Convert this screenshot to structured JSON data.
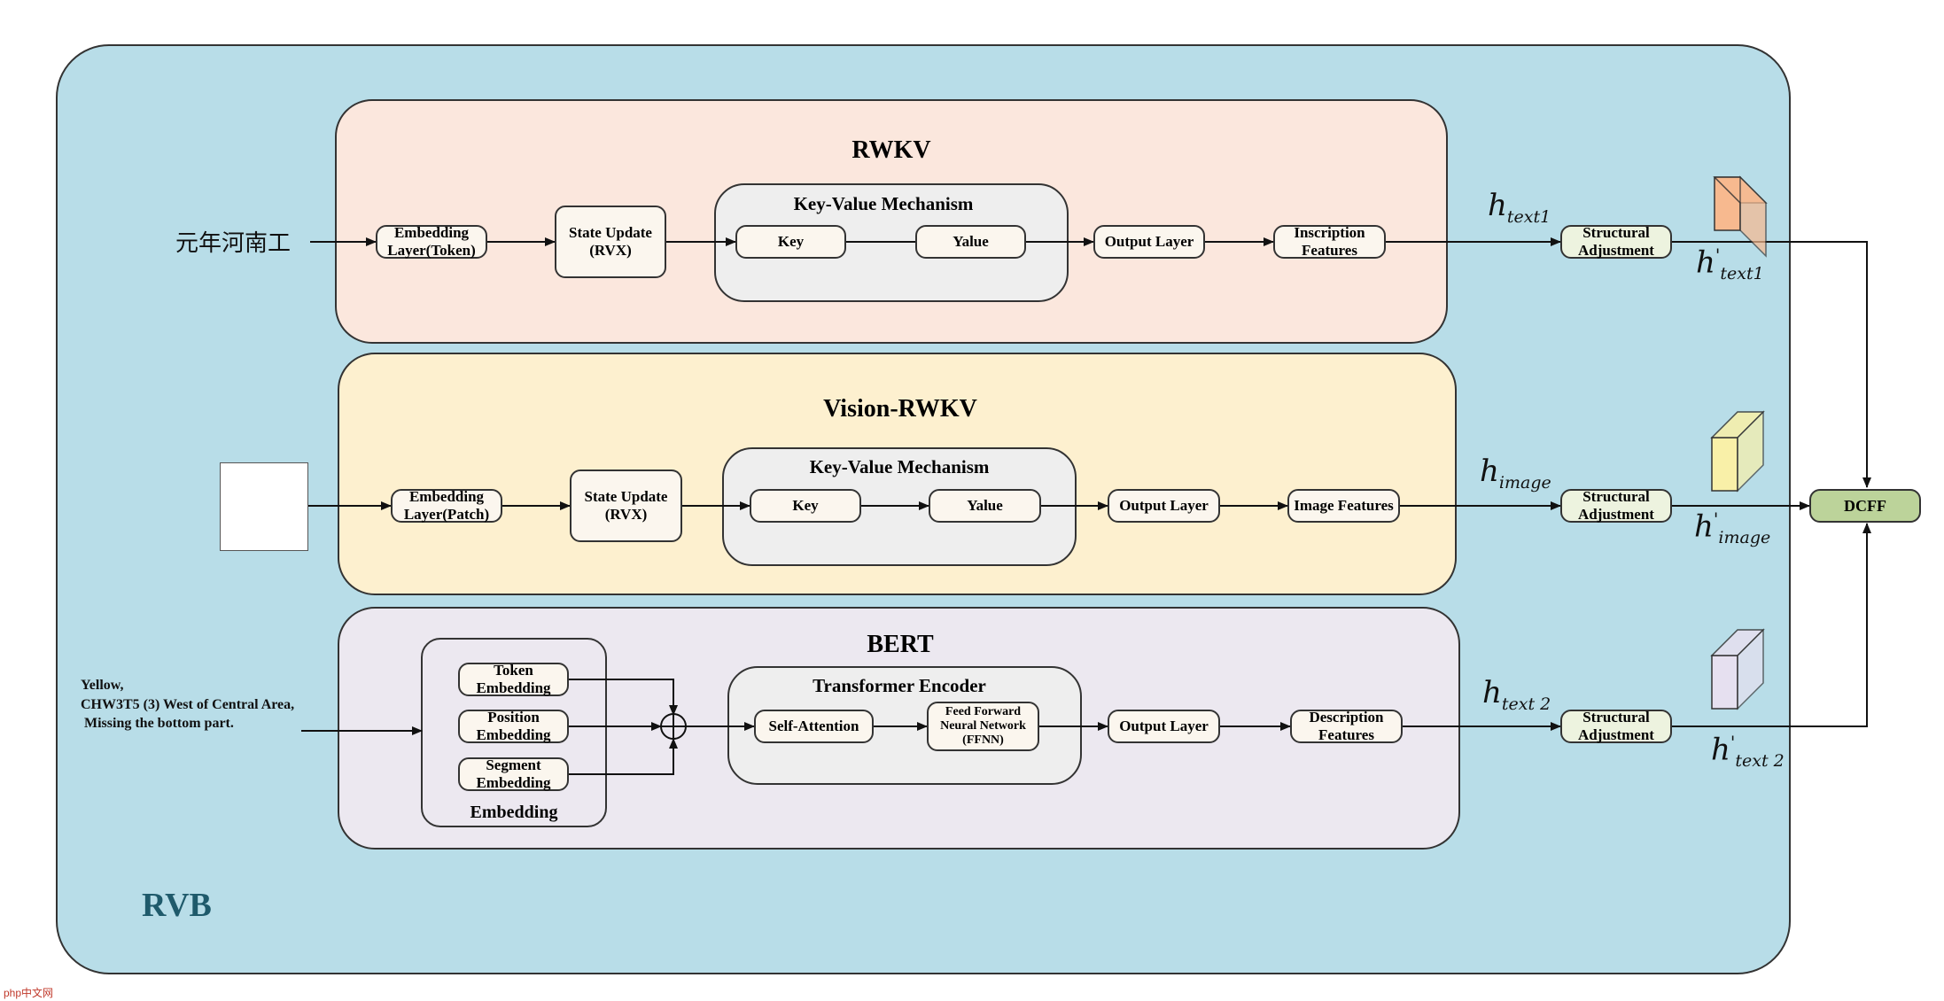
{
  "container": {
    "label": "RVB"
  },
  "rwkv": {
    "title": "RWKV",
    "input": "元年河南工",
    "embedding": "Embedding Layer(Token)",
    "state_update": "State Update (RVX)",
    "kv_title": "Key-Value Mechanism",
    "key": "Key",
    "value": "Yalue",
    "output": "Output Layer",
    "features": "Inscription Features",
    "h_base": "h",
    "h_sub": "text1"
  },
  "vision": {
    "title": "Vision-RWKV",
    "embedding": "Embedding Layer(Patch)",
    "state_update": "State Update (RVX)",
    "kv_title": "Key-Value Mechanism",
    "key": "Key",
    "value": "Yalue",
    "output": "Output Layer",
    "features": "Image Features",
    "h_base": "h",
    "h_sub": "image"
  },
  "bert": {
    "title": "BERT",
    "input": "Yellow,\nCHW3T5 (3) West of Central Area,\n Missing the bottom part.",
    "token": "Token Embedding",
    "position": "Position Embedding",
    "segment": "Segment Embedding",
    "embedding_group": "Embedding",
    "encoder_title": "Transformer Encoder",
    "self_attention": "Self-Attention",
    "ffnn": "Feed Forward Neural Network (FFNN)",
    "output": "Output Layer",
    "features": "Description Features",
    "h_base": "h",
    "h_sub": "text 2"
  },
  "adjust": {
    "label": "Structural Adjustment"
  },
  "fusion": {
    "label": "DCFF"
  },
  "h_prime": {
    "text1": {
      "base": "h",
      "mark": "'",
      "sub": "text1"
    },
    "image": {
      "base": "h",
      "mark": "'",
      "sub": "image"
    },
    "text2": {
      "base": "h",
      "mark": "'",
      "sub": "text 2"
    }
  },
  "cube_colors": {
    "text1": "#f7b98f",
    "image": "#f9f0a8",
    "text2": "#e6e0f0"
  },
  "watermark": "php中文网"
}
